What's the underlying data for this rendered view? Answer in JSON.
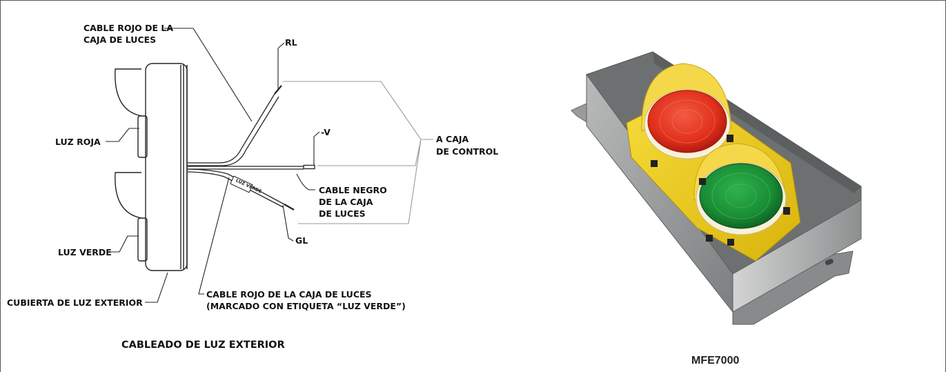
{
  "diagram": {
    "labels": {
      "red_cable_top_line1": "CABLE ROJO DE LA",
      "red_cable_top_line2": "CAJA DE LUCES",
      "rl": "RL",
      "neg_v": "-V",
      "to_control_line1": "A CAJA",
      "to_control_line2": "DE CONTROL",
      "black_cable_line1": "CABLE NEGRO",
      "black_cable_line2": "DE LA CAJA",
      "black_cable_line3": "DE LUCES",
      "gl": "GL",
      "red_light": "LUZ ROJA",
      "green_light": "LUZ VERDE",
      "cover": "CUBIERTA DE LUZ EXTERIOR",
      "green_tag_line1": "CABLE ROJO DE LA CAJA DE LUCES",
      "green_tag_line2": "(MARCADO CON ETIQUETA “LUZ VERDE”)",
      "tag_text": "LUZ VERDE"
    },
    "caption": "CABLEADO DE LUZ EXTERIOR"
  },
  "product": {
    "model": "MFE7000",
    "colors": {
      "housing": "#f2d21a",
      "red_lens": "#e8341e",
      "green_lens": "#1f9a3a",
      "enclosure": "#8e9090"
    }
  }
}
